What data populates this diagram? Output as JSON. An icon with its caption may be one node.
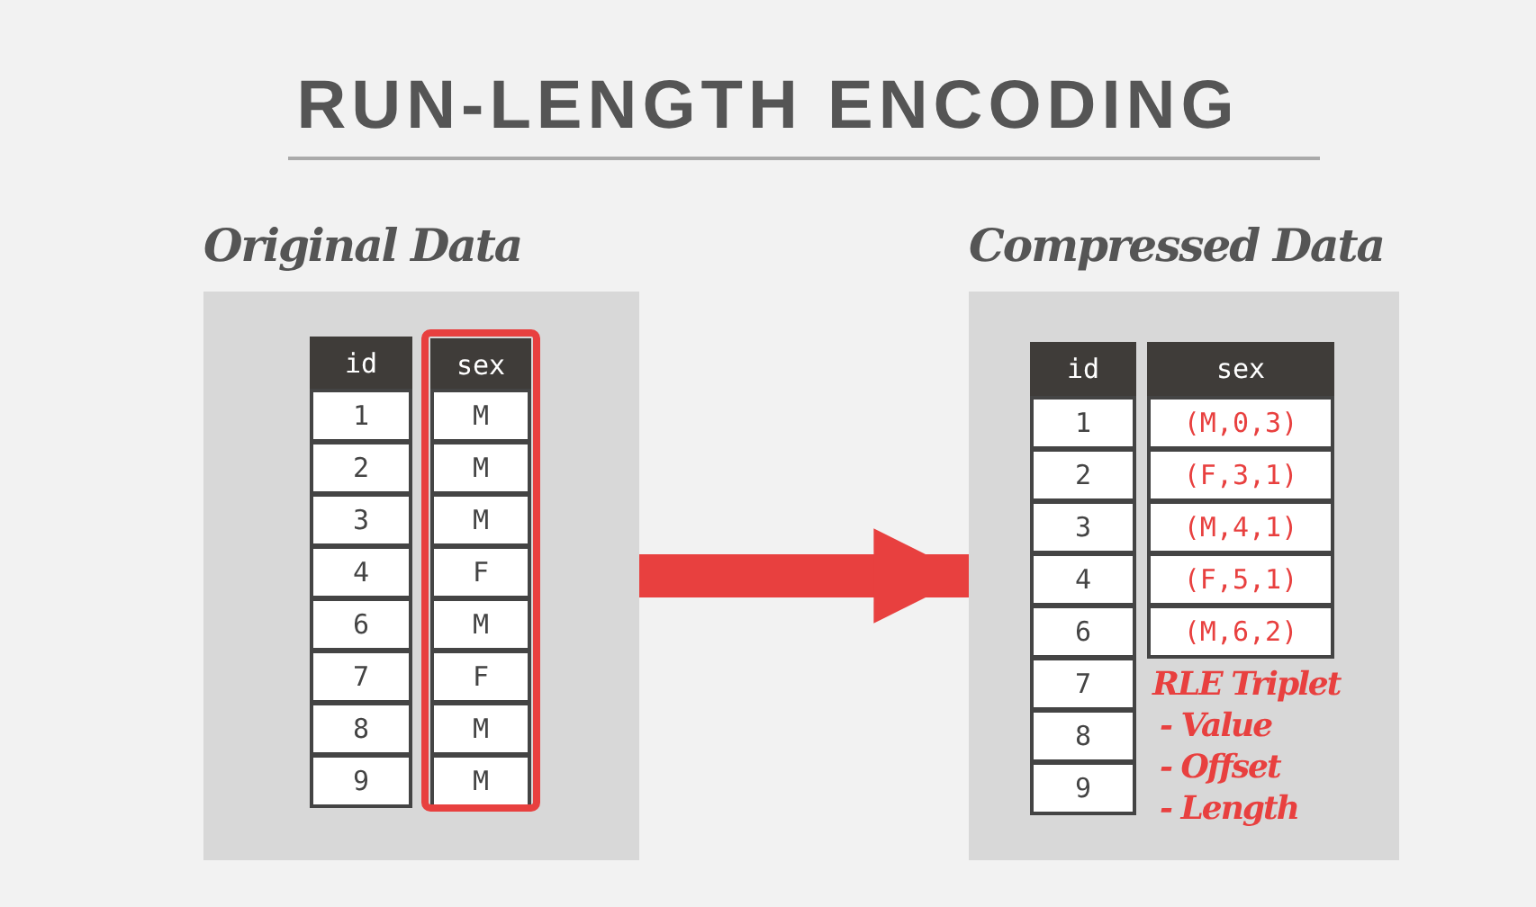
{
  "diagram": {
    "title": "RUN-LENGTH ENCODING",
    "nodes": [
      {
        "text": [
          "Original Data"
        ]
      },
      {
        "text": [
          "Compressed Data"
        ]
      }
    ],
    "edges": [
      {
        "from": 0,
        "to": 1,
        "arrow": "to",
        "color": "#e8403f"
      }
    ],
    "labels": [
      "id",
      "sex",
      "1",
      "M",
      "2",
      "M",
      "3",
      "M",
      "4",
      "F",
      "6",
      "M",
      "7",
      "F",
      "8",
      "M",
      "9",
      "M",
      "id",
      "sex",
      "1",
      "(M,0,3)",
      "2",
      "(F,3,1)",
      "3",
      "(M,4,1)",
      "4",
      "(F,5,1)",
      "6",
      "(M,6,2)",
      "7",
      "8",
      "9",
      "RLE Triplet",
      "- Value",
      "- Offset",
      "- Length"
    ]
  }
}
